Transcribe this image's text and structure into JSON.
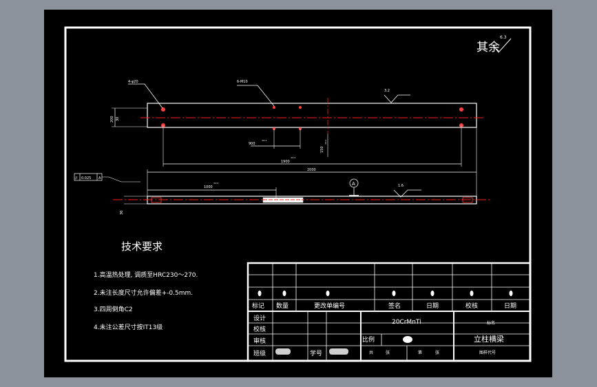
{
  "drawing": {
    "surface_roughness_note": "其余",
    "surface_roughness_value": "6.3",
    "hole_callout_top": "4-φ20",
    "hole_callout_mid": "6-M10",
    "roughness_a": "3.2",
    "roughness_b": "1.6",
    "dim_width_vertical": "200",
    "dim_small_vertical": "30",
    "dim_hole_offset": "900",
    "dim_hole_offset_tol": "±0.3",
    "dim_hole_v": "150",
    "dim_hole_v_tol": "±0.2",
    "dim_hole_span": "1900",
    "dim_hole_span_tol": "±0.5",
    "dim_overall_length": "2000",
    "dim_half_length": "1000",
    "dim_half_length_tol": "±0.5",
    "dim_thickness": "30",
    "datum_label": "A",
    "parallelism_symbol": "//",
    "parallelism_value": "0.025",
    "parallelism_datum": "A"
  },
  "tech_req": {
    "title": "技术要求",
    "items": [
      "1.高温热处理, 调质至HRC230～270.",
      "2.未注长度尺寸允许偏差+-0.5mm.",
      "3.四周倒角C2",
      "4.未注公差尺寸按IT13级"
    ]
  },
  "title_block": {
    "rev_headers": [
      "标记",
      "数量",
      "更改单编号",
      "签名",
      "日期",
      "校核",
      "日期"
    ],
    "role_design": "设计",
    "role_check": "校核",
    "role_review": "审核",
    "role_class": "班级",
    "role_student_no": "学号",
    "material": "20CrMnTi",
    "scale_label": "比例",
    "part_name": "立柱横梁",
    "school_label": "标名",
    "sheet_total": "共",
    "sheet_label_1": "张",
    "sheet_no": "第",
    "sheet_label_2": "张",
    "drawing_code": "图样代号"
  },
  "colors": {
    "background": "#000000",
    "outer_frame": "#8c929c",
    "lines": "#ffffff",
    "centerline": "#ff2020",
    "hole": "#ff4040"
  }
}
